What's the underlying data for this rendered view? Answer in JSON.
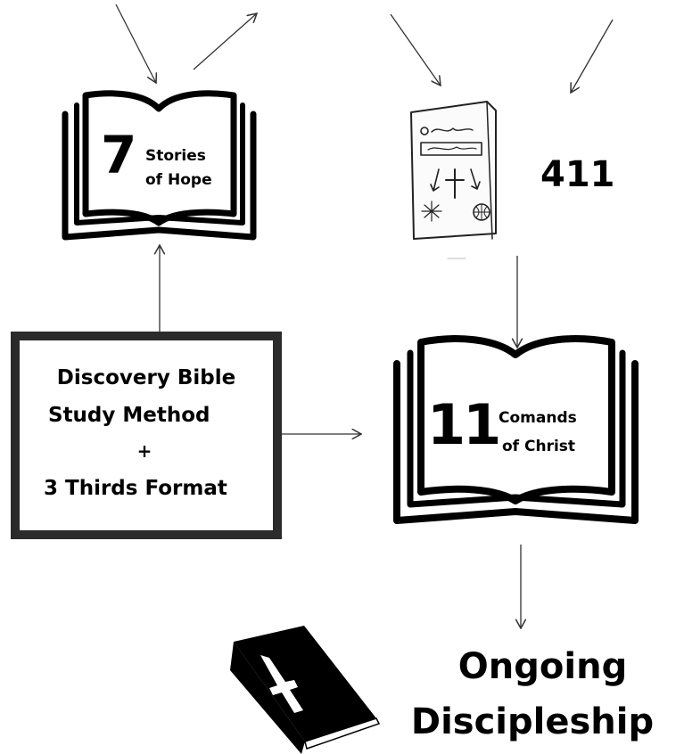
{
  "seven": {
    "number": "7",
    "line1": "Stories",
    "line2": "of Hope"
  },
  "eleven": {
    "number": "11",
    "line1": "Comands",
    "line2": "of Christ"
  },
  "tract": {
    "label": "411"
  },
  "method": {
    "line1": "Discovery Bible",
    "line2": "Study Method",
    "line3": "+",
    "line4": "3 Thirds Format"
  },
  "ongoing": {
    "line1": "Ongoing",
    "line2": "Discipleship"
  },
  "icons": {
    "open_book": "open-book-icon",
    "tract": "gospel-tract-icon",
    "bible": "holy-bible-icon"
  },
  "colors": {
    "ink": "#000000",
    "frame": "#2b2b2b",
    "arrow": "#333333"
  }
}
